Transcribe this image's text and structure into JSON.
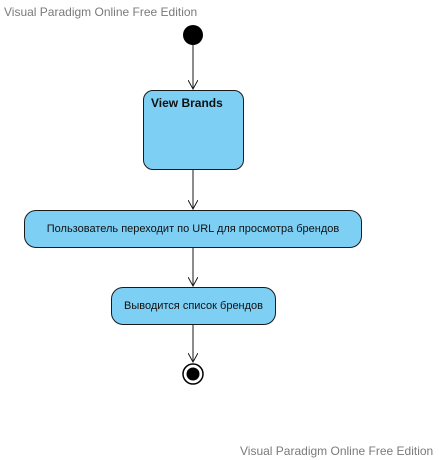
{
  "watermark": {
    "top": "Visual Paradigm Online Free Edition",
    "bottom": "Visual Paradigm Online Free Edition"
  },
  "diagram": {
    "type": "activity",
    "nodes": {
      "initial": {
        "kind": "initial-node"
      },
      "view_brands": {
        "kind": "subactivity",
        "label": "View Brands"
      },
      "navigate_url": {
        "kind": "action",
        "label": "Пользователь переходит по URL для просмотра брендов"
      },
      "list_displayed": {
        "kind": "action",
        "label": "Выводится список брендов"
      },
      "final": {
        "kind": "final-node"
      }
    },
    "edges": [
      {
        "from": "initial",
        "to": "view_brands"
      },
      {
        "from": "view_brands",
        "to": "navigate_url"
      },
      {
        "from": "navigate_url",
        "to": "list_displayed"
      },
      {
        "from": "list_displayed",
        "to": "final"
      }
    ],
    "colors": {
      "fill": "#7ecff4",
      "stroke": "#1a1a1a",
      "node": "#000000"
    }
  }
}
